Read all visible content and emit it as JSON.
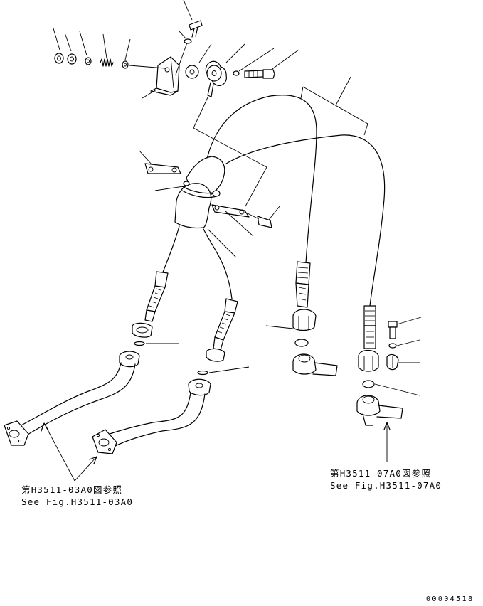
{
  "references": {
    "left": {
      "jp": "第H3511-03A0図参照",
      "en": "See Fig.H3511-03A0"
    },
    "right": {
      "jp": "第H3511-07A0図参照",
      "en": "See Fig.H3511-07A0"
    }
  },
  "drawing_number": "00004518",
  "colors": {
    "line": "#000000",
    "background": "#ffffff"
  }
}
